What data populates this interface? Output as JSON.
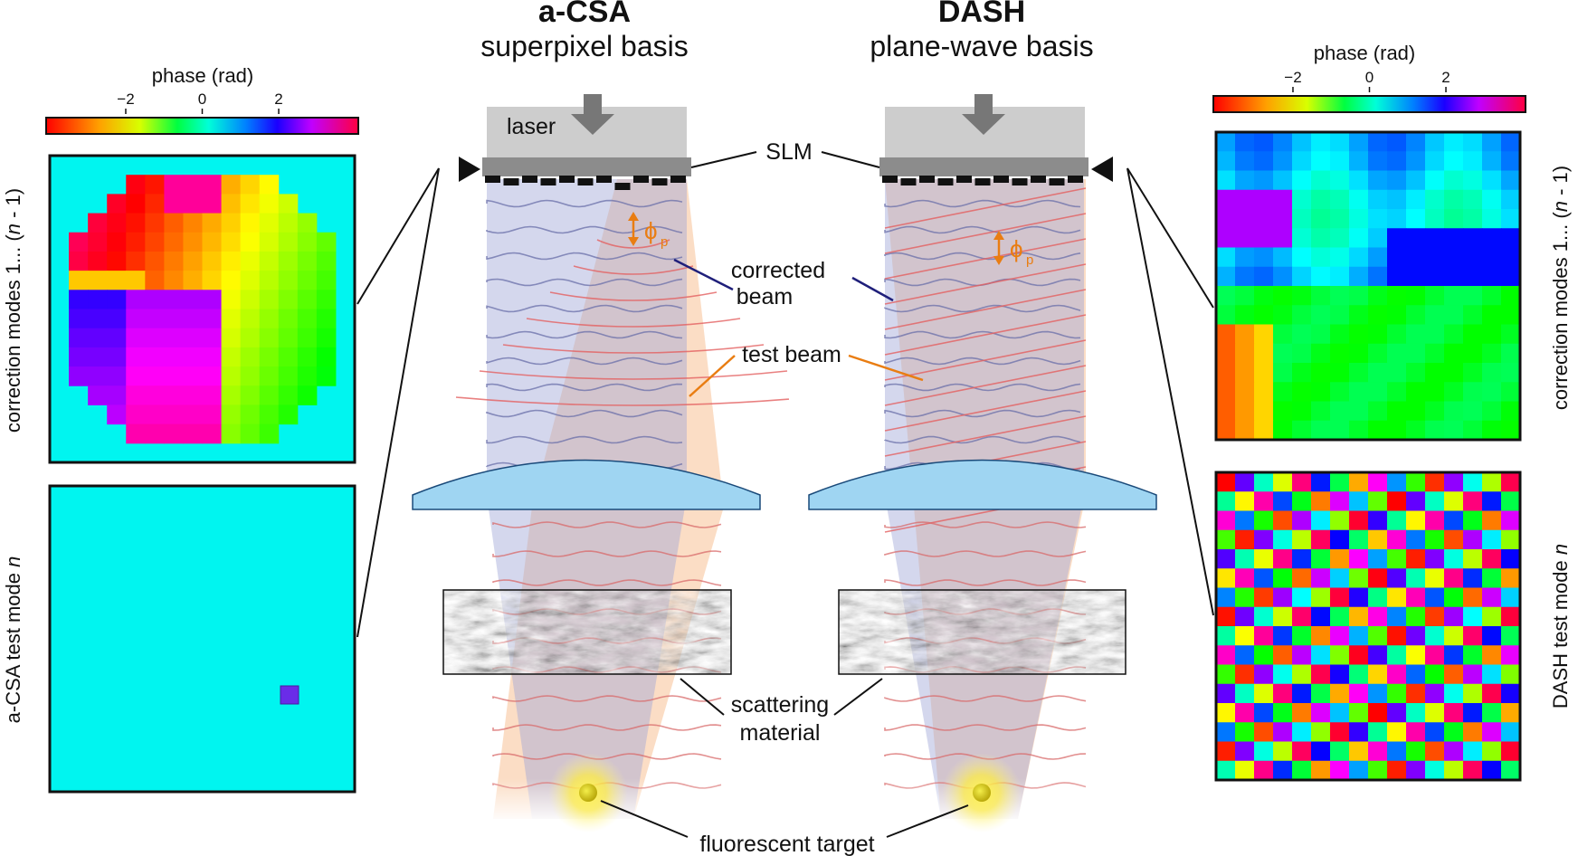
{
  "figure": {
    "left_title": "a-CSA",
    "left_subtitle": "superpixel basis",
    "right_title": "DASH",
    "right_subtitle": "plane-wave basis",
    "labels": {
      "laser": "laser",
      "slm": "SLM",
      "corrected_beam_line1": "corrected",
      "corrected_beam_line2": "beam",
      "test_beam": "test beam",
      "scattering_line1": "scattering",
      "scattering_line2": "material",
      "fluorescent_target": "fluorescent target",
      "phi": "ϕ",
      "phi_sub": "p"
    },
    "left_panel": {
      "colorbar_title": "phase (rad)",
      "colorbar_ticks": [
        "−2",
        "0",
        "2"
      ],
      "top_map_label_prefix": "correction modes 1... (",
      "top_map_label_italic": "n",
      "top_map_label_suffix": " - 1)",
      "bottom_map_label_prefix": "a-CSA test mode ",
      "bottom_map_label_italic": "n"
    },
    "right_panel": {
      "colorbar_title": "phase (rad)",
      "colorbar_ticks": [
        "−2",
        "0",
        "2"
      ],
      "top_map_label_prefix": "correction modes 1... (",
      "top_map_label_italic": "n",
      "top_map_label_suffix": " - 1)",
      "bottom_map_label_prefix": "DASH test mode ",
      "bottom_map_label_italic": "n"
    },
    "colors": {
      "corrected_beam": "#9fa6d6",
      "test_beam": "#f6b47e",
      "lens": "#9fd5f2",
      "slm": "#8c8c8c",
      "laser_box": "#cdcdcd",
      "accent_orange": "#e97d12",
      "background_phase": "#00f5f0"
    }
  }
}
